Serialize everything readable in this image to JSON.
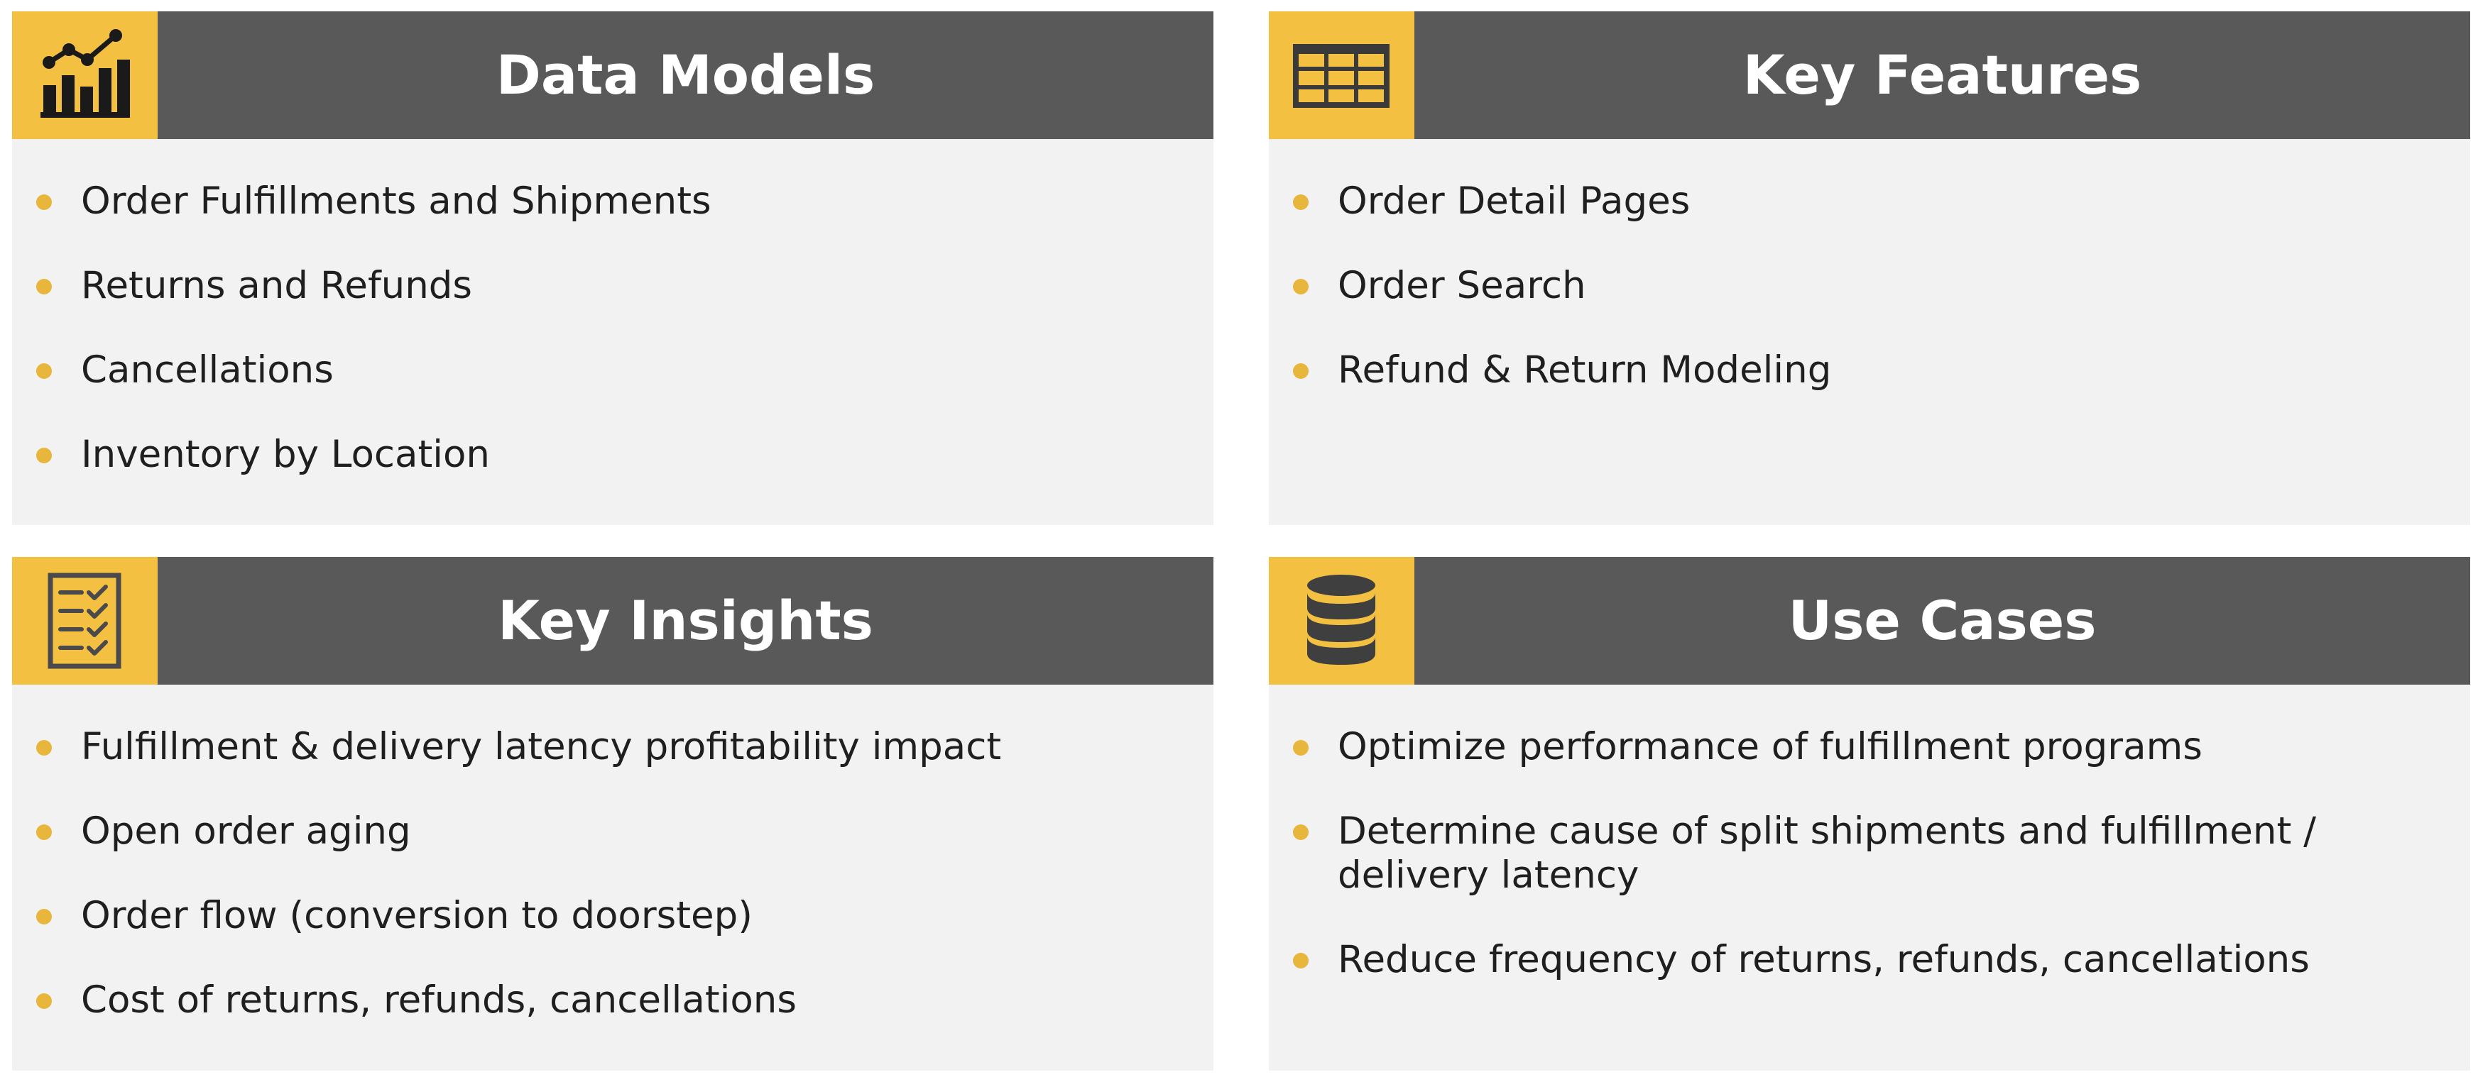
{
  "colors": {
    "header_bg": "#595959",
    "icon_bg": "#f4c042",
    "card_bg": "#f2f2f2",
    "bullet": "#e8b63a",
    "text": "#1f1f1f"
  },
  "cards": [
    {
      "title": "Data Models",
      "icon": "bar-chart-trend-icon",
      "items": [
        "Order Fulfillments and Shipments",
        "Returns and Refunds",
        "Cancellations",
        "Inventory by Location"
      ]
    },
    {
      "title": "Key Features",
      "icon": "table-grid-icon",
      "items": [
        "Order Detail Pages",
        "Order Search",
        "Refund & Return Modeling"
      ]
    },
    {
      "title": "Key Insights",
      "icon": "checklist-icon",
      "items": [
        "Fulfillment & delivery latency profitability impact",
        "Open order aging",
        "Order flow (conversion to doorstep)",
        "Cost of returns, refunds, cancellations"
      ]
    },
    {
      "title": "Use Cases",
      "icon": "database-icon",
      "items": [
        "Optimize performance of fulfillment programs",
        "Determine cause of split shipments and fulfillment / delivery latency",
        "Reduce frequency of returns, refunds, cancellations"
      ]
    }
  ]
}
